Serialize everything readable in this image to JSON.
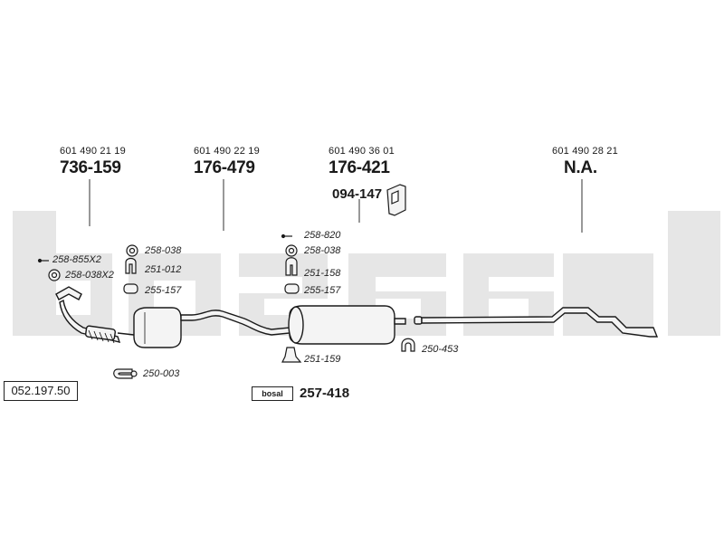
{
  "catalog_number": "052.197.50",
  "brand_watermark": "bosal",
  "sections": [
    {
      "oe_number": "601 490 21 19",
      "part_number": "736-159"
    },
    {
      "oe_number": "601 490 22 19",
      "part_number": "176-479"
    },
    {
      "oe_number": "601 490 36 01",
      "part_number": "176-421"
    },
    {
      "oe_number": "601 490 28 21",
      "part_number": "N.A."
    }
  ],
  "sub_part": {
    "part_number": "094-147"
  },
  "accessories": [
    "258-855X2",
    "258-038X2",
    "258-038",
    "251-012",
    "255-157",
    "250-003",
    "258-820",
    "258-038",
    "251-158",
    "255-157",
    "251-159",
    "250-453"
  ],
  "fitting_kit": {
    "logo_text": "bosal",
    "part_number": "257-418"
  },
  "colors": {
    "watermark": "#e6e6e6",
    "ink": "#1a1a1a",
    "part_fill": "#f4f4f4"
  }
}
